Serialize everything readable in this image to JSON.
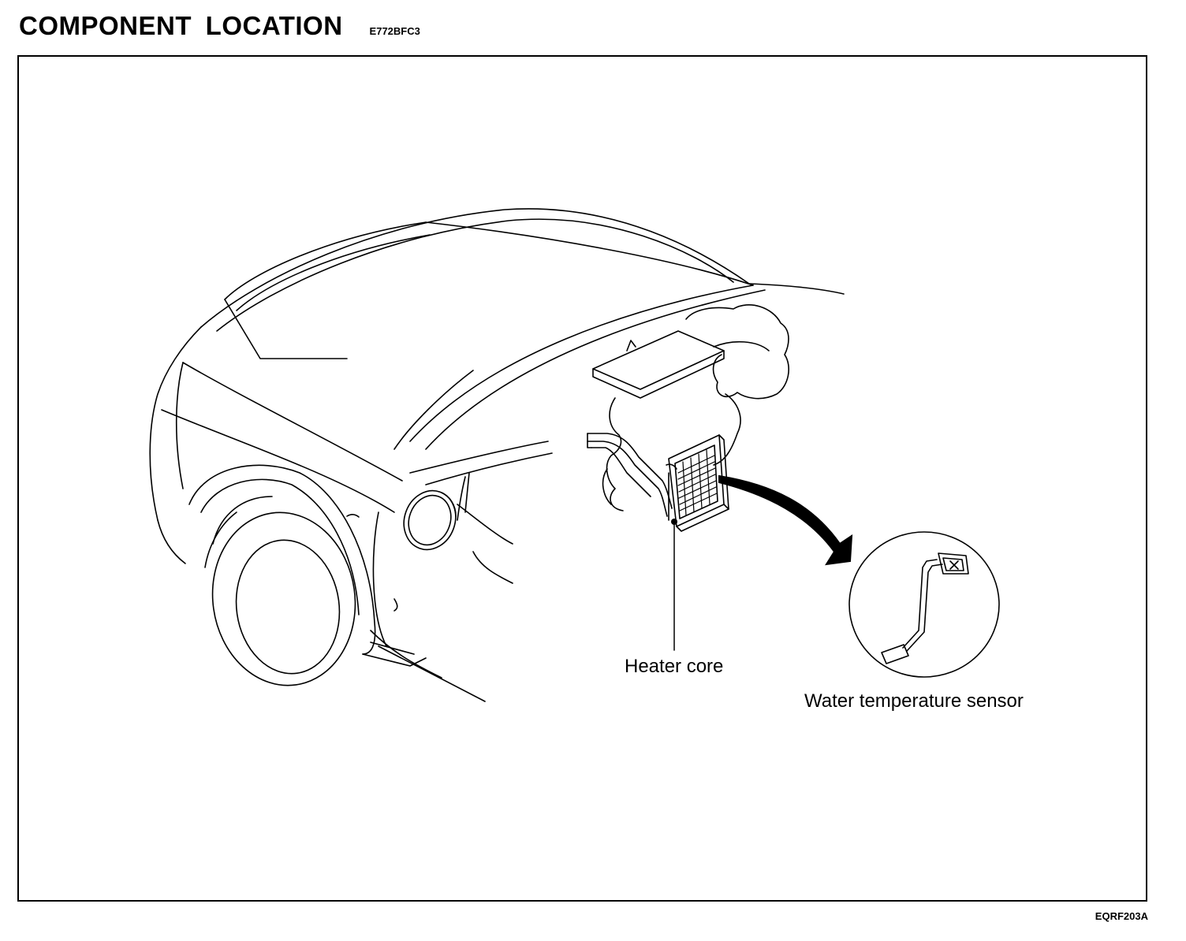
{
  "header": {
    "title": "COMPONENT LOCATION",
    "code": "E772BFC3"
  },
  "diagram": {
    "labels": {
      "heater_core": "Heater core",
      "water_temperature_sensor": "Water temperature sensor"
    },
    "figure_code": "EQRF203A"
  }
}
